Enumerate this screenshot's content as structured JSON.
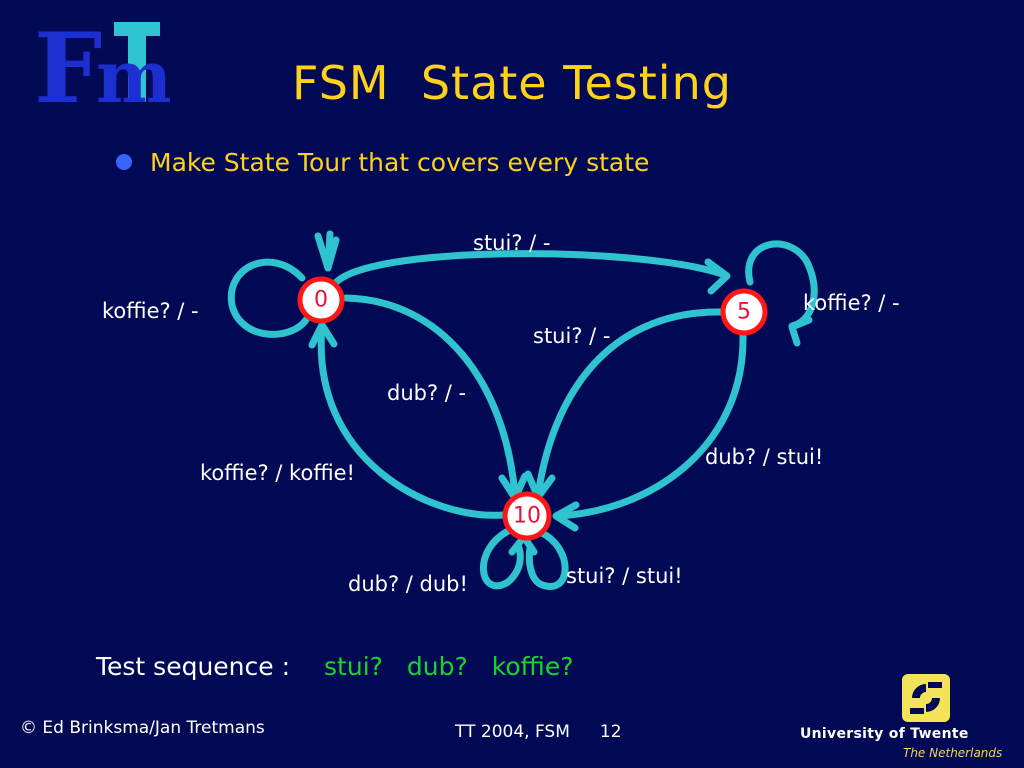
{
  "slide": {
    "title": "FSM  State Testing",
    "bullet": "Make State Tour that covers every state",
    "logo_letters": [
      "F",
      "m",
      "T"
    ]
  },
  "diagram": {
    "states": [
      {
        "id": "s0",
        "label": "0"
      },
      {
        "id": "s5",
        "label": "5"
      },
      {
        "id": "s10",
        "label": "10"
      }
    ],
    "transitions": [
      {
        "from": "0",
        "to": "5",
        "label": "stui? / -"
      },
      {
        "from": "0",
        "to": "0",
        "label": "koffie? / -"
      },
      {
        "from": "5",
        "to": "5",
        "label": "koffie? / -"
      },
      {
        "from": "5",
        "to": "10",
        "label": "stui? / -"
      },
      {
        "from": "0",
        "to": "10",
        "label": "dub? / -"
      },
      {
        "from": "10",
        "to": "0",
        "label": "koffie? / koffie!"
      },
      {
        "from": "5",
        "to": "10",
        "label": "dub? / stui!"
      },
      {
        "from": "10",
        "to": "10",
        "label": "dub? / dub!"
      },
      {
        "from": "10",
        "to": "10",
        "label": "stui? / stui!"
      }
    ]
  },
  "test_sequence": {
    "prefix": "Test sequence :",
    "items": [
      "stui?",
      "dub?",
      "koffie?"
    ]
  },
  "footer": {
    "copyright": "© Ed Brinksma/Jan Tretmans",
    "course": "TT 2004, FSM",
    "page": "12",
    "university": "University of Twente",
    "country": "The Netherlands"
  },
  "colors": {
    "background": "#030a55",
    "title": "#ffd21a",
    "edge": "#2fc3cf",
    "state_ring": "#ff1717",
    "test_items": "#19d42b"
  }
}
